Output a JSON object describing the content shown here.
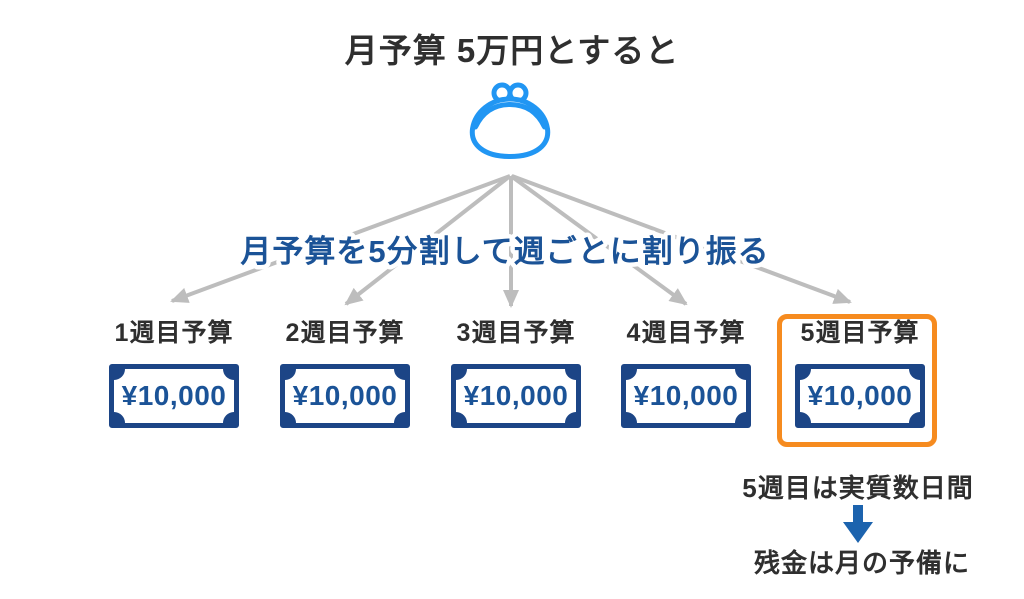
{
  "title": "月予算 5万円とすると",
  "banner": {
    "text": "月予算を5分割して週ごとに割り振る"
  },
  "weeks": [
    {
      "label": "1週目予算",
      "amount": "¥10,000",
      "highlighted": false
    },
    {
      "label": "2週目予算",
      "amount": "¥10,000",
      "highlighted": false
    },
    {
      "label": "3週目予算",
      "amount": "¥10,000",
      "highlighted": false
    },
    {
      "label": "4週目予算",
      "amount": "¥10,000",
      "highlighted": false
    },
    {
      "label": "5週目予算",
      "amount": "¥10,000",
      "highlighted": true
    }
  ],
  "footnote": {
    "line1": "5週目は実質数日間",
    "line2": "残金は月の予備に"
  },
  "icons": {
    "purse": "coin-purse-icon",
    "fan": "fan-arrows-icon",
    "down": "down-arrow-icon",
    "banknote": "banknote-icon"
  },
  "colors": {
    "purse_blue": "#2196f3",
    "bill_navy": "#1c4586",
    "amount_blue": "#1b5397",
    "banner_blue": "#1b5397",
    "arrow_gray": "#bdbdbd",
    "highlight_orange": "#f68b1f",
    "down_arrow_blue": "#1c63ae",
    "text_dark": "#2f2f2f"
  }
}
